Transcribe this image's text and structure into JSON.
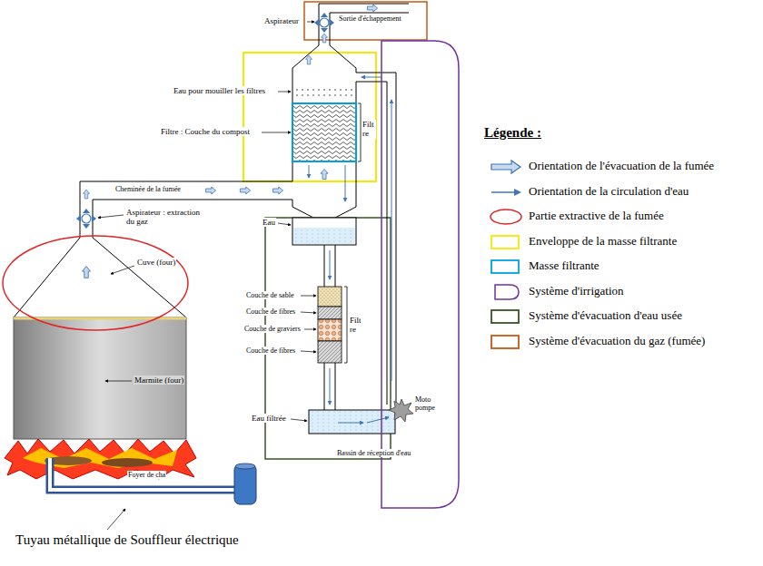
{
  "diagram": {
    "labels": [
      "Aspirateur",
      "Sortie d'échappement",
      "Eau pour mouiller les filtres",
      "Filtre : Couche du compost",
      "Filtre",
      "Cheminée de la fumée",
      "Aspirateur : extraction du gaz",
      "Eau",
      "Cuve (four)",
      "Couche de sable",
      "Couche de fibres",
      "Couche de graviers",
      "Couche de fibres",
      "Filtre",
      "Marmite (four)",
      "Eau filtrée",
      "Moto pompe",
      "Bassin de réception d'eau",
      "Foyer de cha",
      "Tuyau métallique de Souffleur électrique",
      "Légende :"
    ],
    "legend": [
      {
        "text": "Orientation de l'évacuation de la fumée"
      },
      {
        "text": "Orientation de la circulation d'eau"
      },
      {
        "text": "Partie extractive de la fumée",
        "color": "#e02424"
      },
      {
        "text": "Enveloppe de la masse filtrante",
        "color": "#f5e800"
      },
      {
        "text": "Masse filtrante",
        "color": "#00a0e0"
      },
      {
        "text": "Système d'irrigation",
        "color": "#7030a0"
      },
      {
        "text": "Système d'évacuation d'eau usée",
        "color": "#375623"
      },
      {
        "text": "Système d'évacuation du gaz (fumée)",
        "color": "#c55a11"
      }
    ]
  }
}
